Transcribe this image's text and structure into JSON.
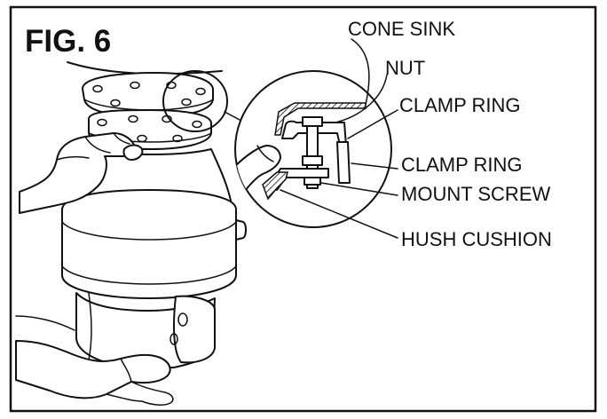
{
  "figure": {
    "title": "FIG. 6",
    "labels": {
      "cone_sink": "CONE SINK",
      "nut": "NUT",
      "clamp_ring_top": "CLAMP RING",
      "clamp_ring_bottom": "CLAMP RING",
      "mount_screw": "MOUNT SCREW",
      "hush_cushion": "HUSH CUSHION"
    }
  },
  "colors": {
    "ink": "#111111",
    "paper": "#ffffff"
  }
}
